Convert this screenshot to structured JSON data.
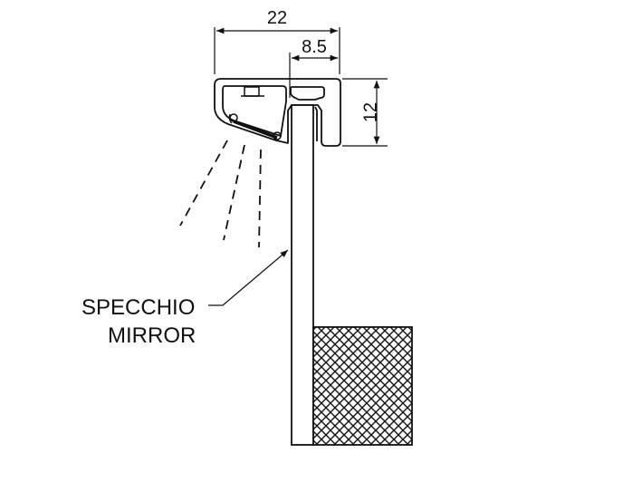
{
  "dimensions": {
    "overall_width": "22",
    "channel_width": "8.5",
    "height": "12"
  },
  "labels": {
    "italian": "SPECCHIO",
    "english": "MIRROR"
  },
  "colors": {
    "line": "#111111",
    "background": "#ffffff"
  }
}
